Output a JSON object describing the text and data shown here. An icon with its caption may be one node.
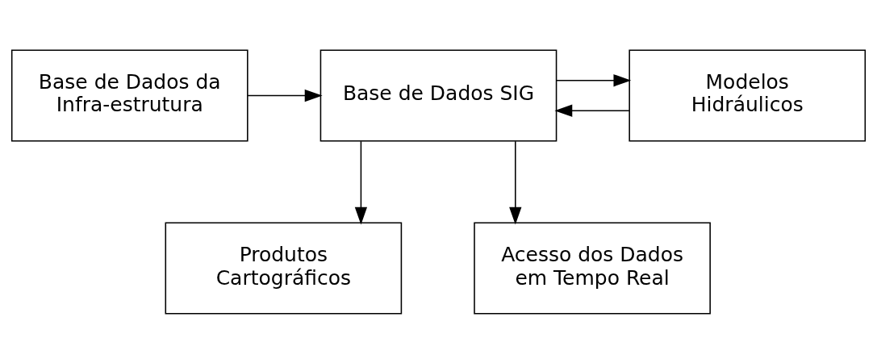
{
  "diagram": {
    "nodes": [
      {
        "text": [
          "Base de Dados da Infra-estrutura"
        ]
      },
      {
        "text": [
          "Base de Dados SIG"
        ]
      },
      {
        "text": [
          "Modelos Hidráulicos"
        ]
      },
      {
        "text": [
          "Produtos Cartográficos"
        ]
      },
      {
        "text": [
          "Acesso dos Dados em Tempo Real"
        ]
      }
    ],
    "edges": [
      {
        "from": 0,
        "to": 1,
        "arrow": "to"
      },
      {
        "from": 1,
        "to": 2,
        "arrow": "to"
      },
      {
        "from": 2,
        "to": 1,
        "arrow": "to"
      },
      {
        "from": 1,
        "to": 3,
        "arrow": "to"
      },
      {
        "from": 1,
        "to": 4,
        "arrow": "to"
      }
    ]
  }
}
